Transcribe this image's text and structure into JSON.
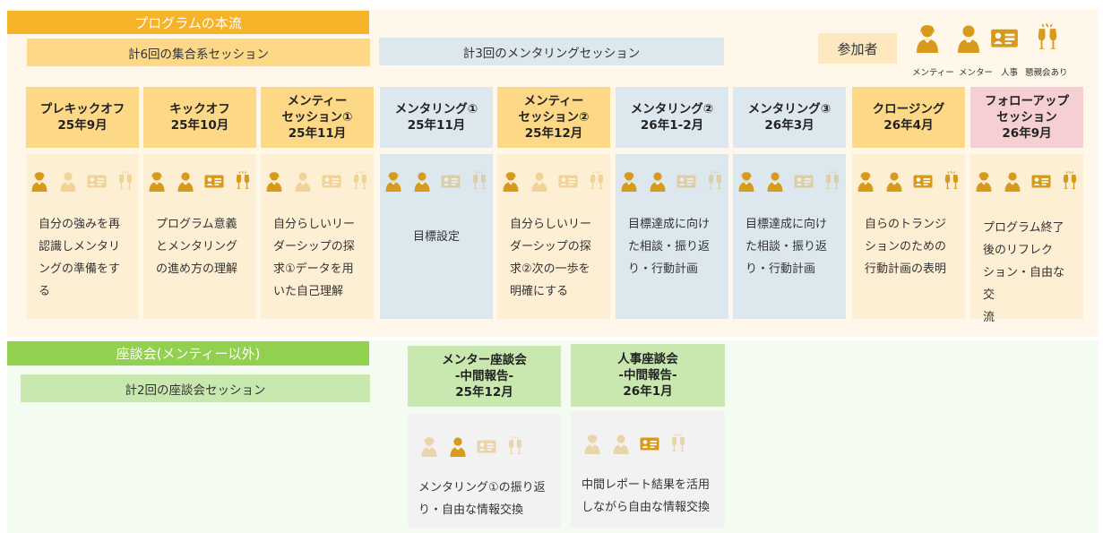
{
  "main": {
    "title": "プログラムの本流",
    "group_session": "計6回の集合系セッション",
    "mentoring_session": "計3回のメンタリングセッション"
  },
  "legend": {
    "title": "参加者",
    "labels": [
      "メンティー",
      "メンター",
      "人事",
      "懇親会あり"
    ]
  },
  "sessions": [
    {
      "title": "プレキックオフ\n25年9月",
      "desc": "自分の強みを再\n認識しメンタリ\nングの準備をす\nる",
      "icons": [
        1,
        0,
        0,
        0
      ]
    },
    {
      "title": "キックオフ\n25年10月",
      "desc": "プログラム意義\nとメンタリング\nの進め方の理解",
      "icons": [
        1,
        1,
        1,
        1
      ]
    },
    {
      "title": "メンティー\nセッション①\n25年11月",
      "desc": "自分らしいリー\nダーシップの探\n求①データを用\nいた自己理解",
      "icons": [
        1,
        0,
        0,
        0
      ]
    },
    {
      "title": "メンタリング①\n25年11月",
      "desc": "目標設定",
      "icons": [
        1,
        1,
        0,
        0
      ]
    },
    {
      "title": "メンティー\nセッション②\n25年12月",
      "desc": "自分らしいリー\nダーシップの探\n求②次の一歩を\n明確にする",
      "icons": [
        1,
        0,
        0,
        0
      ]
    },
    {
      "title": "メンタリング②\n26年1-2月",
      "desc": "目標達成に向け\nた相談・振り返\nり・行動計画",
      "icons": [
        1,
        1,
        0,
        0
      ]
    },
    {
      "title": "メンタリング③\n26年3月",
      "desc": "目標達成に向け\nた相談・振り返\nり・行動計画",
      "icons": [
        1,
        1,
        0,
        0
      ]
    },
    {
      "title": "クロージング\n26年4月",
      "desc": "自らのトランジ\nションのための\n行動計画の表明",
      "icons": [
        1,
        1,
        1,
        1
      ]
    },
    {
      "title": "フォローアップ\nセッション\n26年9月",
      "desc": "プログラム終了\n後のリフレク\nション・自由な交\n流",
      "icons": [
        1,
        1,
        1,
        1
      ]
    }
  ],
  "roundtable": {
    "title": "座談会(メンティー以外)",
    "subtitle": "計2回の座談会セッション",
    "sessions": [
      {
        "title": "メンター座談会\n-中間報告-\n25年12月",
        "desc": "メンタリング①の振り返\nり・自由な情報交換",
        "icons": [
          0,
          1,
          0,
          0
        ]
      },
      {
        "title": "人事座談会\n-中間報告-\n26年1月",
        "desc": "中間レポート結果を活用\nしながら自由な情報交換",
        "icons": [
          0,
          0,
          1,
          0
        ]
      }
    ]
  },
  "colors": {
    "accent_orange": "#f5b32a",
    "accent_green": "#92d050",
    "icon": "#d89a1a",
    "head_orange": "#fdd887",
    "head_blue": "#dde8ee",
    "head_pink": "#f6cfd3",
    "head_green": "#c9e8b0"
  },
  "icon_names": [
    "mentee-icon",
    "mentor-icon",
    "hr-icon",
    "social-gathering-icon"
  ]
}
